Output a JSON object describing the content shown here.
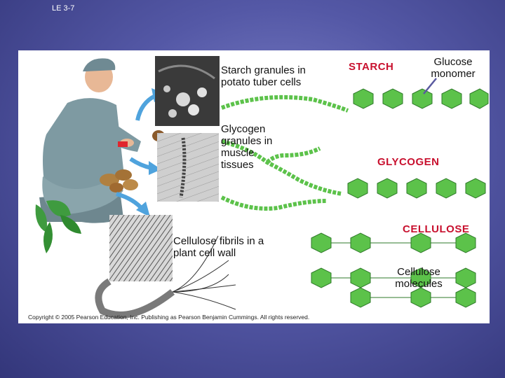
{
  "slide": {
    "label": "LE 3-7"
  },
  "labels": {
    "starch_granules": "Starch granules in potato tuber cells",
    "glycogen_granules": "Glycogen granules in muscle tissues",
    "cellulose_fibrils": "Cellulose fibrils in a plant cell wall",
    "starch": "STARCH",
    "glucose_monomer": "Glucose monomer",
    "glycogen": "GLYCOGEN",
    "cellulose": "CELLULOSE",
    "cellulose_molecules": "Cellulose molecules"
  },
  "copyright": "Copyright © 2005 Pearson Education, Inc. Publishing as Pearson Benjamin Cummings. All rights reserved.",
  "colors": {
    "background": "#5458a6",
    "accent_label": "#c8102e",
    "glucose_ring": "#5cc24a",
    "arrow": "#4fa3dd",
    "plant": "#3f9b3f"
  }
}
